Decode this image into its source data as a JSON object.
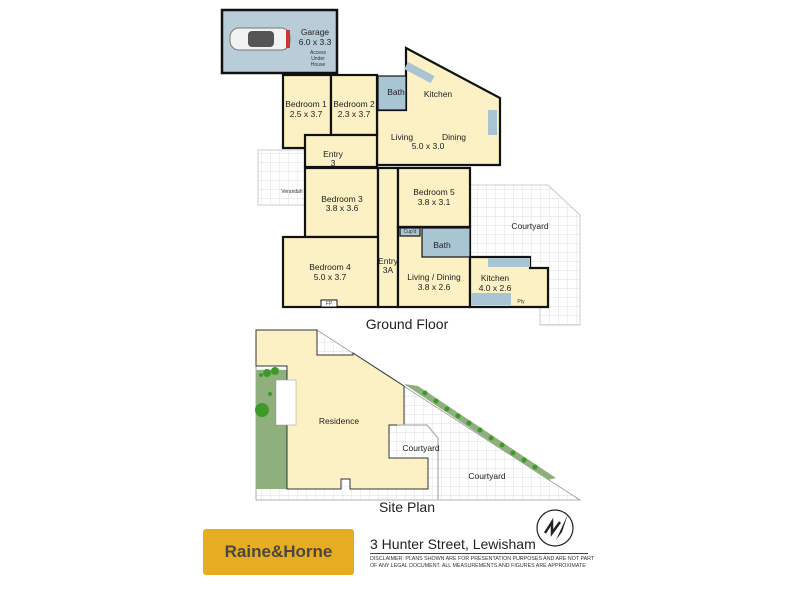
{
  "ground_floor": {
    "title": "Ground Floor",
    "rooms": [
      {
        "name": "Garage",
        "size": "6.0 x 3.3"
      },
      {
        "name": "Bedroom 1",
        "size": "2.5 x 3.7"
      },
      {
        "name": "Bedroom 2",
        "size": "2.3 x 3.7"
      },
      {
        "name": "Bath"
      },
      {
        "name": "Kitchen"
      },
      {
        "name": "Living",
        "size": "5.0 x 3.0"
      },
      {
        "name": "Dining"
      },
      {
        "name": "Entry",
        "size": "3"
      },
      {
        "name": "Bedroom 3",
        "size": "3.8 x 3.6"
      },
      {
        "name": "Bedroom 5",
        "size": "3.8 x 3.1"
      },
      {
        "name": "Bath"
      },
      {
        "name": "Bedroom 4",
        "size": "5.0 x 3.7"
      },
      {
        "name": "Entry",
        "size": "3A"
      },
      {
        "name": "Living / Dining",
        "size": "3.8 x 2.6"
      },
      {
        "name": "Kitchen",
        "size": "4.0 x 2.6"
      },
      {
        "name": "Courtyard"
      }
    ],
    "notes": {
      "access": [
        "Access",
        "Under",
        "House"
      ],
      "verandah": "Verandah",
      "cupd": "Cup'd",
      "pty": "Pty",
      "fp": "FP"
    }
  },
  "site_plan": {
    "title": "Site Plan",
    "labels": [
      "Residence",
      "Courtyard",
      "Courtyard"
    ]
  },
  "footer": {
    "brand": "Raine&Horne",
    "brand_color": "#e6ad22",
    "address": "3 Hunter Street, Lewisham",
    "disclaimer": "DISCLAIMER:  PLANS SHOWN ARE FOR PRESENTATION PURPOSES AND ARE NOT PART OF ANY LEGAL DOCUMENT. ALL MEASUREMENTS AND FIGURES ARE APPROXIMATE",
    "compass_icon": "north-arrow"
  }
}
